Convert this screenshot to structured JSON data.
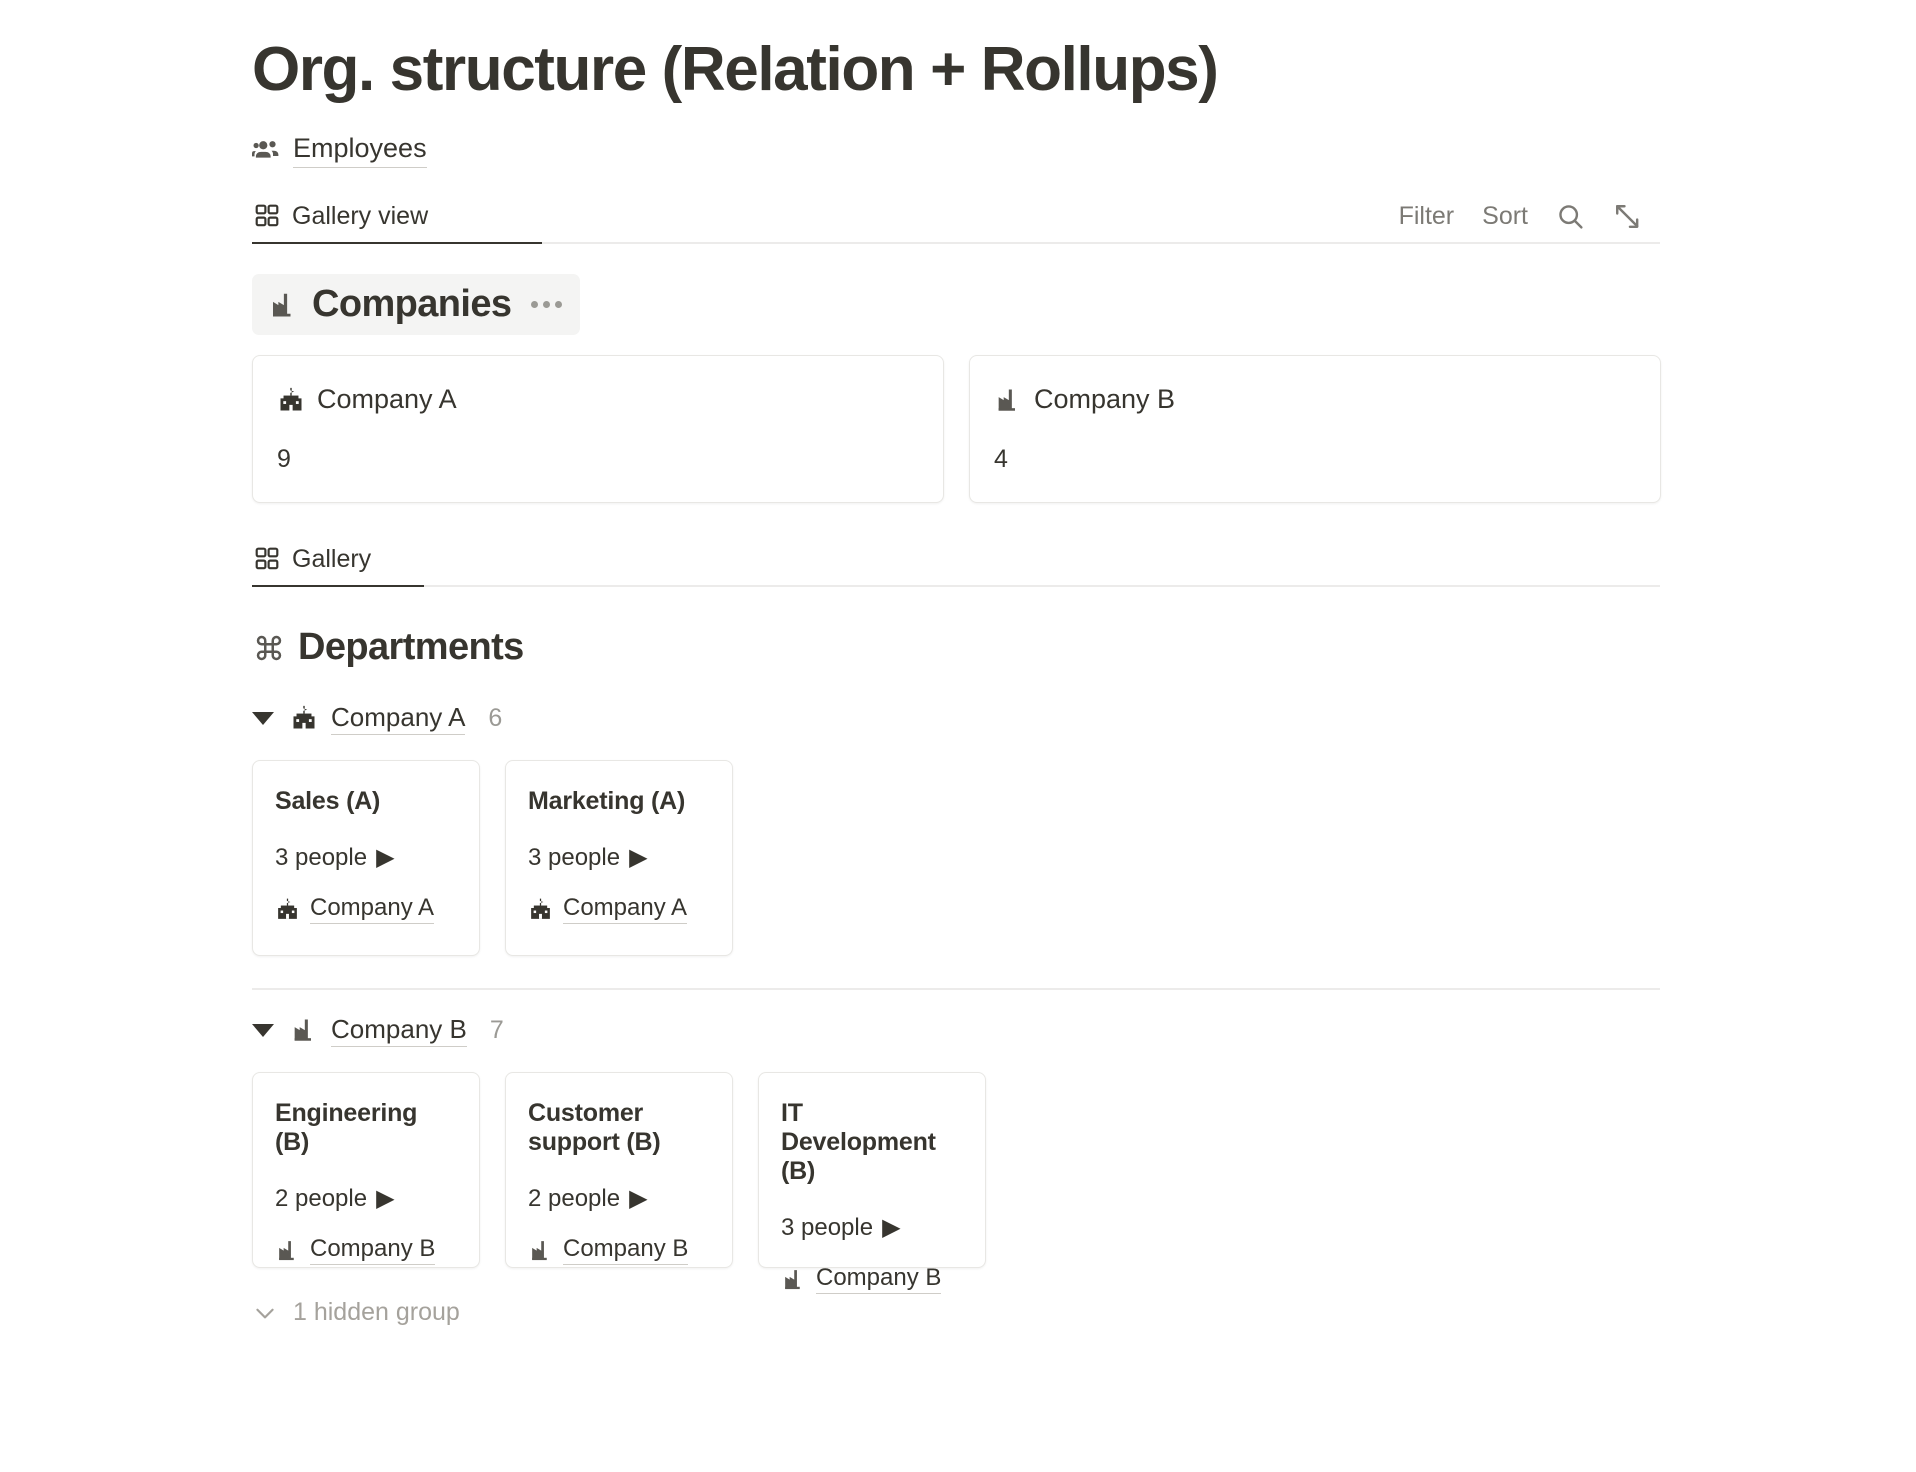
{
  "page": {
    "title": "Org. structure (Relation + Rollups)"
  },
  "source": {
    "icon": "people-group-icon",
    "label": "Employees"
  },
  "toolbar": {
    "tabs": [
      {
        "icon": "gallery-grid-icon",
        "label": "Gallery view",
        "active": true
      }
    ],
    "actions": {
      "filter_label": "Filter",
      "sort_label": "Sort",
      "search_icon": "search-icon",
      "expand_icon": "expand-diagonal-icon"
    }
  },
  "companies_section": {
    "icon": "factory-building-icon",
    "title": "Companies",
    "menu_icon": "more-options-icon",
    "cards": [
      {
        "icon": "school-building-icon",
        "title": "Company A",
        "value": "9"
      },
      {
        "icon": "factory-building-icon",
        "title": "Company B",
        "value": "4"
      }
    ]
  },
  "gallery_toolbar": {
    "tabs": [
      {
        "icon": "gallery-grid-icon",
        "label": "Gallery",
        "active": true
      }
    ]
  },
  "departments_section": {
    "icon": "command-icon",
    "title": "Departments",
    "groups": [
      {
        "icon": "school-building-icon",
        "name": "Company A",
        "count": "6",
        "cards": [
          {
            "title": "Sales (A)",
            "people": "3 people",
            "people_arrow": "▶",
            "relation_icon": "school-building-icon",
            "relation_label": "Company A"
          },
          {
            "title": "Marketing (A)",
            "people": "3 people",
            "people_arrow": "▶",
            "relation_icon": "school-building-icon",
            "relation_label": "Company A"
          }
        ]
      },
      {
        "icon": "factory-building-icon",
        "name": "Company B",
        "count": "7",
        "cards": [
          {
            "title": "Engineering (B)",
            "people": "2 people",
            "people_arrow": "▶",
            "relation_icon": "factory-building-icon",
            "relation_label": "Company B"
          },
          {
            "title": "Customer support (B)",
            "people": "2 people",
            "people_arrow": "▶",
            "relation_icon": "factory-building-icon",
            "relation_label": "Company B"
          },
          {
            "title": "IT Development (B)",
            "people": "3 people",
            "people_arrow": "▶",
            "relation_icon": "factory-building-icon",
            "relation_label": "Company B"
          }
        ]
      }
    ]
  },
  "footer": {
    "chevron_icon": "chevron-down-icon",
    "hidden_group_label": "1 hidden group"
  },
  "colors": {
    "text": "#37352f",
    "muted": "#9b9a95",
    "border": "#e8e7e4",
    "accent_underline": "#37352f"
  }
}
